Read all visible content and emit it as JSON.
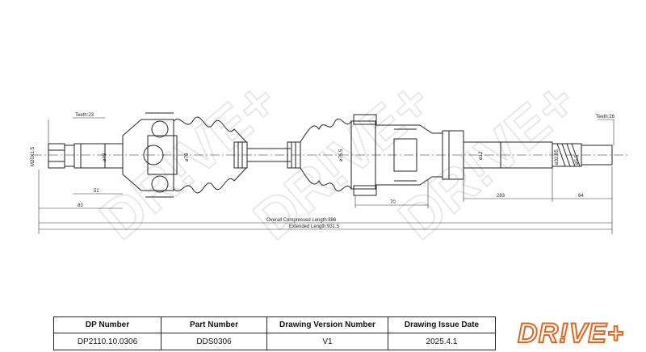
{
  "drawing": {
    "watermark": "DR!VE+",
    "teeth_left": "Teeth:23",
    "teeth_right": "Teeth:26",
    "thread": "M20X1.5",
    "d_left": "ø49",
    "d_boot": "ø79",
    "d_inner": "ø75.5",
    "d_right": "ø12",
    "d_spline": "ø32.95",
    "d_small": "ø5.5",
    "dim_52": "52",
    "dim_83": "83",
    "dim_70": "70",
    "dim_283": "283",
    "dim_64": "64",
    "overall": "Overall  Compressed  Length:886",
    "extended": "Extended  Length:931.5"
  },
  "title_block": {
    "headers": [
      "DP Number",
      "Part Number",
      "Drawing Version Number",
      "Drawing Issue Date"
    ],
    "values": [
      "DP2110.10.0306",
      "DDS0306",
      "V1",
      "2025.4.1"
    ]
  },
  "logo": {
    "text": "DR!VE+",
    "color": "#e8641c"
  }
}
